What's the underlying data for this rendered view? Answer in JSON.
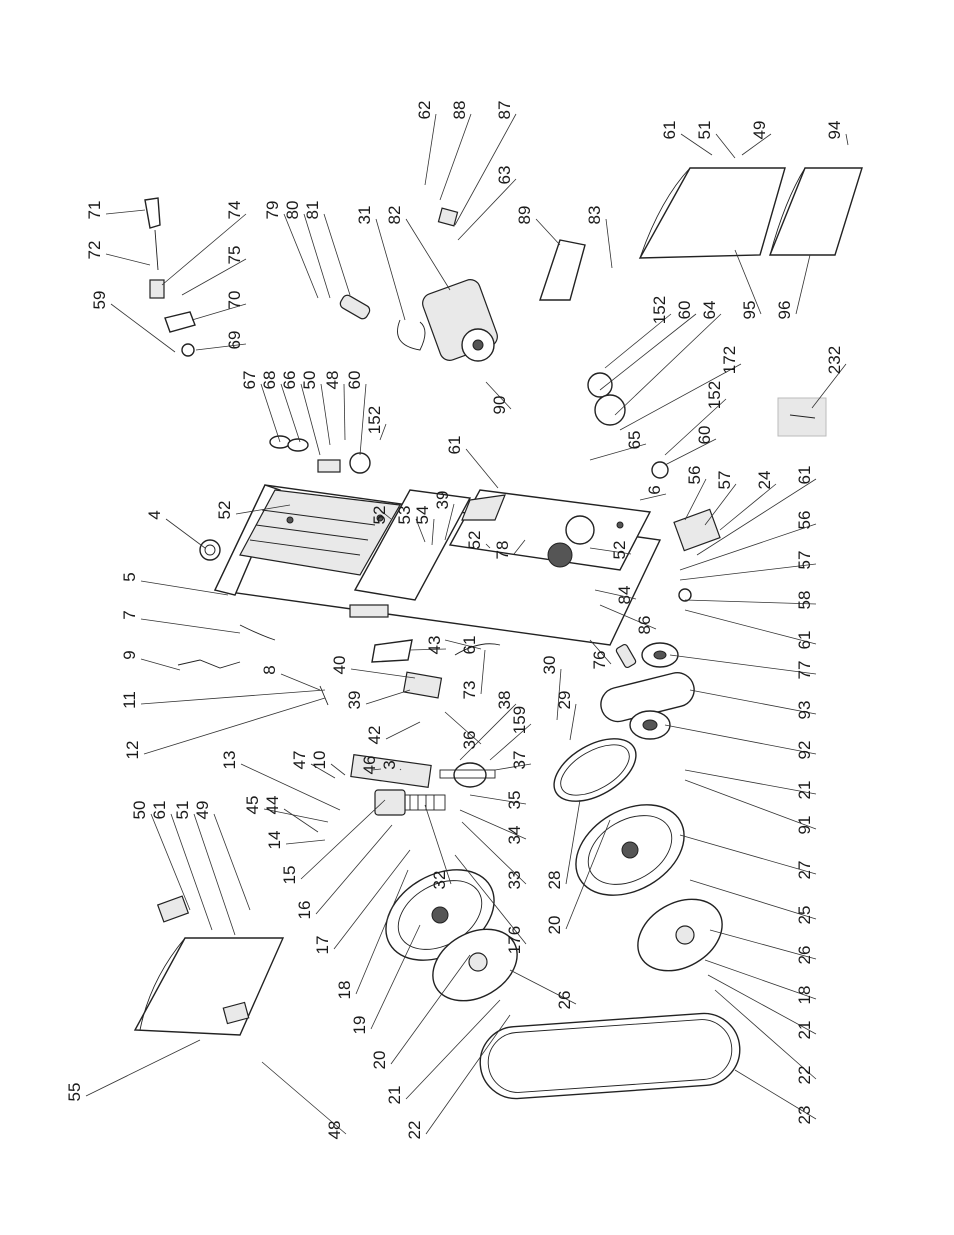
{
  "diagram": {
    "labels": [
      {
        "id": "l55",
        "text": "55"
      },
      {
        "id": "l48a",
        "text": "48"
      },
      {
        "id": "l50a",
        "text": "50"
      },
      {
        "id": "l61a",
        "text": "61"
      },
      {
        "id": "l51a",
        "text": "51"
      },
      {
        "id": "l49a",
        "text": "49"
      },
      {
        "id": "l22a",
        "text": "22"
      },
      {
        "id": "l21a",
        "text": "21"
      },
      {
        "id": "l20a",
        "text": "20"
      },
      {
        "id": "l19",
        "text": "19"
      },
      {
        "id": "l18a",
        "text": "18"
      },
      {
        "id": "l17",
        "text": "17"
      },
      {
        "id": "l16",
        "text": "16"
      },
      {
        "id": "l15",
        "text": "15"
      },
      {
        "id": "l14",
        "text": "14"
      },
      {
        "id": "l44",
        "text": "44"
      },
      {
        "id": "l45",
        "text": "45"
      },
      {
        "id": "l13",
        "text": "13"
      },
      {
        "id": "l12",
        "text": "12"
      },
      {
        "id": "l11",
        "text": "11"
      },
      {
        "id": "l9",
        "text": "9"
      },
      {
        "id": "l7",
        "text": "7"
      },
      {
        "id": "l5",
        "text": "5"
      },
      {
        "id": "l4",
        "text": "4"
      },
      {
        "id": "l59",
        "text": "59"
      },
      {
        "id": "l72",
        "text": "72"
      },
      {
        "id": "l71",
        "text": "71"
      },
      {
        "id": "l74",
        "text": "74"
      },
      {
        "id": "l75",
        "text": "75"
      },
      {
        "id": "l70",
        "text": "70"
      },
      {
        "id": "l69",
        "text": "69"
      },
      {
        "id": "l67",
        "text": "67"
      },
      {
        "id": "l68",
        "text": "68"
      },
      {
        "id": "l66",
        "text": "66"
      },
      {
        "id": "l50b",
        "text": "50"
      },
      {
        "id": "l48b",
        "text": "48"
      },
      {
        "id": "l60a",
        "text": "60"
      },
      {
        "id": "l152a",
        "text": "152"
      },
      {
        "id": "l79",
        "text": "79"
      },
      {
        "id": "l80",
        "text": "80"
      },
      {
        "id": "l81",
        "text": "81"
      },
      {
        "id": "l31",
        "text": "31"
      },
      {
        "id": "l82",
        "text": "82"
      },
      {
        "id": "l62",
        "text": "62"
      },
      {
        "id": "l88",
        "text": "88"
      },
      {
        "id": "l87",
        "text": "87"
      },
      {
        "id": "l63",
        "text": "63"
      },
      {
        "id": "l89",
        "text": "89"
      },
      {
        "id": "l83",
        "text": "83"
      },
      {
        "id": "l90",
        "text": "90"
      },
      {
        "id": "l61b",
        "text": "61"
      },
      {
        "id": "l52a",
        "text": "52"
      },
      {
        "id": "l52b",
        "text": "52"
      },
      {
        "id": "l53",
        "text": "53"
      },
      {
        "id": "l54",
        "text": "54"
      },
      {
        "id": "l39a",
        "text": "39"
      },
      {
        "id": "l52c",
        "text": "52"
      },
      {
        "id": "l78",
        "text": "78"
      },
      {
        "id": "l52d",
        "text": "52"
      },
      {
        "id": "l6",
        "text": "6"
      },
      {
        "id": "l65",
        "text": "65"
      },
      {
        "id": "l152b",
        "text": "152"
      },
      {
        "id": "l60b",
        "text": "60"
      },
      {
        "id": "l64",
        "text": "64"
      },
      {
        "id": "l172",
        "text": "172"
      },
      {
        "id": "l152c",
        "text": "152"
      },
      {
        "id": "l60c",
        "text": "60"
      },
      {
        "id": "l56a",
        "text": "56"
      },
      {
        "id": "l57a",
        "text": "57"
      },
      {
        "id": "l24",
        "text": "24"
      },
      {
        "id": "l61c",
        "text": "61"
      },
      {
        "id": "l56b",
        "text": "56"
      },
      {
        "id": "l57b",
        "text": "57"
      },
      {
        "id": "l58",
        "text": "58"
      },
      {
        "id": "l61d",
        "text": "61"
      },
      {
        "id": "l84",
        "text": "84"
      },
      {
        "id": "l86",
        "text": "86"
      },
      {
        "id": "l77",
        "text": "77"
      },
      {
        "id": "l93",
        "text": "93"
      },
      {
        "id": "l92",
        "text": "92"
      },
      {
        "id": "l21b",
        "text": "21"
      },
      {
        "id": "l91",
        "text": "91"
      },
      {
        "id": "l27",
        "text": "27"
      },
      {
        "id": "l25",
        "text": "25"
      },
      {
        "id": "l26a",
        "text": "26"
      },
      {
        "id": "l18b",
        "text": "18"
      },
      {
        "id": "l21c",
        "text": "21"
      },
      {
        "id": "l22b",
        "text": "22"
      },
      {
        "id": "l23",
        "text": "23"
      },
      {
        "id": "l26b",
        "text": "26"
      },
      {
        "id": "l20b",
        "text": "20"
      },
      {
        "id": "l28",
        "text": "28"
      },
      {
        "id": "l176",
        "text": "176"
      },
      {
        "id": "l33",
        "text": "33"
      },
      {
        "id": "l34",
        "text": "34"
      },
      {
        "id": "l35",
        "text": "35"
      },
      {
        "id": "l32",
        "text": "32"
      },
      {
        "id": "l37",
        "text": "37"
      },
      {
        "id": "l159",
        "text": "159"
      },
      {
        "id": "l38",
        "text": "38"
      },
      {
        "id": "l29",
        "text": "29"
      },
      {
        "id": "l30",
        "text": "30"
      },
      {
        "id": "l76",
        "text": "76"
      },
      {
        "id": "l73",
        "text": "73"
      },
      {
        "id": "l61e",
        "text": "61"
      },
      {
        "id": "l43",
        "text": "43"
      },
      {
        "id": "l40",
        "text": "40"
      },
      {
        "id": "l39b",
        "text": "39"
      },
      {
        "id": "l36",
        "text": "36"
      },
      {
        "id": "l42",
        "text": "42"
      },
      {
        "id": "l3",
        "text": "3"
      },
      {
        "id": "l46",
        "text": "46"
      },
      {
        "id": "l10",
        "text": "10"
      },
      {
        "id": "l47",
        "text": "47"
      },
      {
        "id": "l8",
        "text": "8"
      },
      {
        "id": "l95",
        "text": "95"
      },
      {
        "id": "l96",
        "text": "96"
      },
      {
        "id": "l94",
        "text": "94"
      },
      {
        "id": "l61f",
        "text": "61"
      },
      {
        "id": "l51b",
        "text": "51"
      },
      {
        "id": "l49b",
        "text": "49"
      },
      {
        "id": "l232",
        "text": "232"
      }
    ]
  }
}
